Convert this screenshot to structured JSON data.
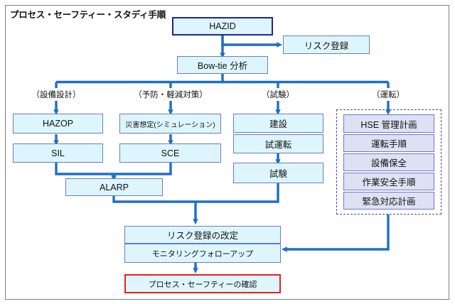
{
  "diagram": {
    "title": "プロセス・セーフティー・スタディ手順",
    "colors": {
      "box_fill": "#ddf6fd",
      "box_border": "#6f79c4",
      "hazid_border": "#22229a",
      "confirm_border": "#e8201c",
      "operation_fill": "#dde1f3",
      "group_dash": "#5b3fa8",
      "connector": "#1f6fc4",
      "frame": "#808080"
    },
    "nodes": {
      "hazid": "HAZID",
      "risk_register": "リスク登録",
      "bowtie": "Bow-tie 分析",
      "hazop": "HAZOP",
      "sil": "SIL",
      "disaster_sim": "災害想定(シミュレーション)",
      "sce": "SCE",
      "alarp": "ALARP",
      "construction": "建設",
      "commissioning": "試運転",
      "testing": "試験",
      "hse_plan": "HSE 管理計画",
      "operating_proc": "運転手順",
      "maintenance": "設備保全",
      "work_safety": "作業安全手順",
      "emergency_plan": "緊急対応計画",
      "risk_register_revision": "リスク登録の改定",
      "monitoring_followup": "モニタリングフォローアップ",
      "process_safety_confirm": "プロセス・セーフティーの確認"
    },
    "phases": {
      "design": "（設備設計）",
      "prevention": "（予防・軽減対策）",
      "test": "（試験）",
      "operation": "（運転）"
    }
  }
}
